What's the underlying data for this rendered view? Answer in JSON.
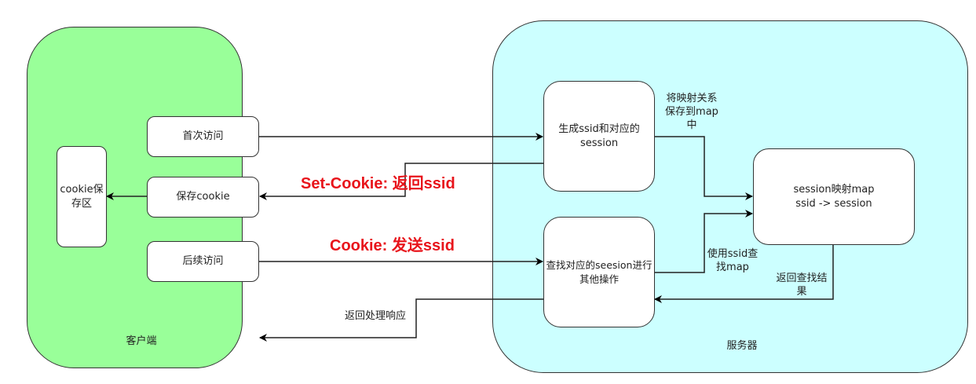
{
  "colors": {
    "client": "#99ff99",
    "server": "#ccffff",
    "accent": "#e8141b"
  },
  "client": {
    "title": "客户端",
    "storage": "cookie保存区",
    "first_visit": "首次访问",
    "save_cookie": "保存cookie",
    "later_visit": "后续访问"
  },
  "server": {
    "title": "服务器",
    "generate": "生成ssid和对应的session",
    "lookup": "查找对应的seesion进行其他操作",
    "map_line1": "session映射map",
    "map_line2": "ssid -> session"
  },
  "labels": {
    "set_cookie_prefix": "Set-Cookie: ",
    "set_cookie_suffix": "返回ssid",
    "cookie_prefix": "Cookie: ",
    "cookie_suffix": "发送ssid",
    "return_response": "返回处理响应",
    "save_map": "将映射关系保存到map中",
    "use_ssid": "使用ssid查找map",
    "return_result": "返回查找结果"
  }
}
